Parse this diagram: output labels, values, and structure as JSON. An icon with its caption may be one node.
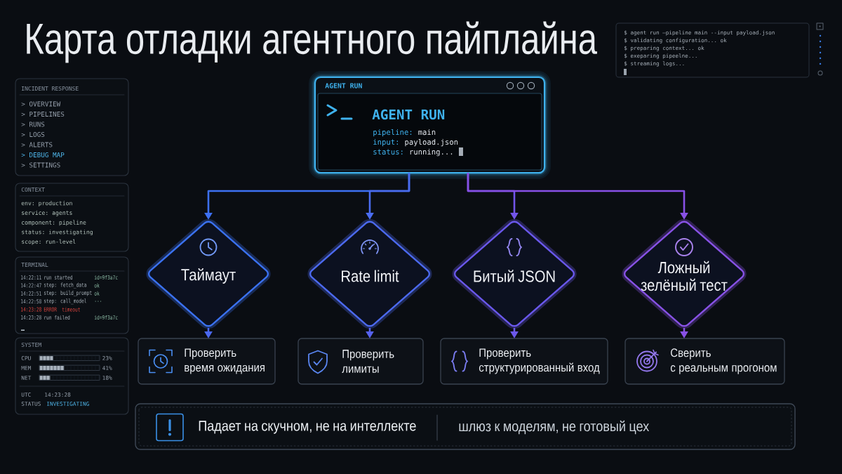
{
  "diagram": {
    "title": "Карта отладки агентного пайплайна",
    "nodes": [
      {
        "text": [
          "AGENT RUN",
          "AGENT RUN",
          "pipeline:",
          "main",
          "input:",
          "payload.json",
          "status:",
          "running..."
        ]
      },
      {
        "text": [
          "Таймаут"
        ]
      },
      {
        "text": [
          "Rate limit"
        ]
      },
      {
        "text": [
          "Битый JSON"
        ]
      },
      {
        "text": [
          "Ложный зелёный тест"
        ]
      },
      {
        "text": [
          "Проверить время ожидания"
        ]
      },
      {
        "text": [
          "Проверить лимиты"
        ]
      },
      {
        "text": [
          "Проверить структурированный вход"
        ]
      },
      {
        "text": [
          "Сверить с реальным прогоном"
        ]
      },
      {
        "text": [
          "Падает на скучном, не на интеллекте",
          "шлюз к моделям, не готовый цех"
        ]
      },
      {
        "text": [
          "$ agent run —pipeline main --input payload.json",
          "$ validating configuration... ok",
          "$ preparing context... ok",
          "$ exeparing pipeelne...",
          "$ streaming logs..."
        ]
      },
      {
        "text": [
          "INCIDENT RESPONSE",
          "> OVERVIEW",
          "> PIPELINES",
          "> RUNS",
          "> LOGS",
          "> ALERTS",
          "> DEBUG MAP",
          "> SETTINGS"
        ]
      },
      {
        "text": [
          "CONTEXT",
          "env: production",
          "service: agents",
          "component: pipeline",
          "status: investigating",
          "scope: run-level"
        ]
      },
      {
        "text": [
          "TERMINAL",
          "14:22:11",
          "run started",
          "id=9f3a7c",
          "14:22:47",
          "step: fetch_data",
          "ok",
          "14:22:51",
          "step: build_prompt",
          "ok",
          "14:22:58",
          "step: call_model",
          "...",
          "14:23:28",
          "ERROR",
          "timeout",
          "14:23:28",
          "run failed",
          "id=9f3a7c"
        ]
      },
      {
        "text": [
          "SYSTEM",
          "CPU",
          "23%",
          "MEM",
          "41%",
          "NET",
          "18%",
          "UTC",
          "14:23:28",
          "STATUS",
          "INVESTIGATING"
        ]
      }
    ],
    "edges": [
      {
        "from": 0,
        "to": 1,
        "arrow": "to",
        "color": "#3d70f2"
      },
      {
        "from": 0,
        "to": 2,
        "arrow": "to",
        "color": "#4a6cf0"
      },
      {
        "from": 0,
        "to": 3,
        "arrow": "to",
        "color": "#7254ea"
      },
      {
        "from": 0,
        "to": 4,
        "arrow": "to",
        "color": "#8850e6"
      },
      {
        "from": 1,
        "to": 5,
        "arrow": "to",
        "color": "#4a68f0"
      },
      {
        "from": 2,
        "to": 6,
        "arrow": "to",
        "color": "#5662ee"
      },
      {
        "from": 3,
        "to": 7,
        "arrow": "to",
        "color": "#6c58ea"
      },
      {
        "from": 4,
        "to": 8,
        "arrow": "to",
        "color": "#8850e6"
      }
    ]
  }
}
